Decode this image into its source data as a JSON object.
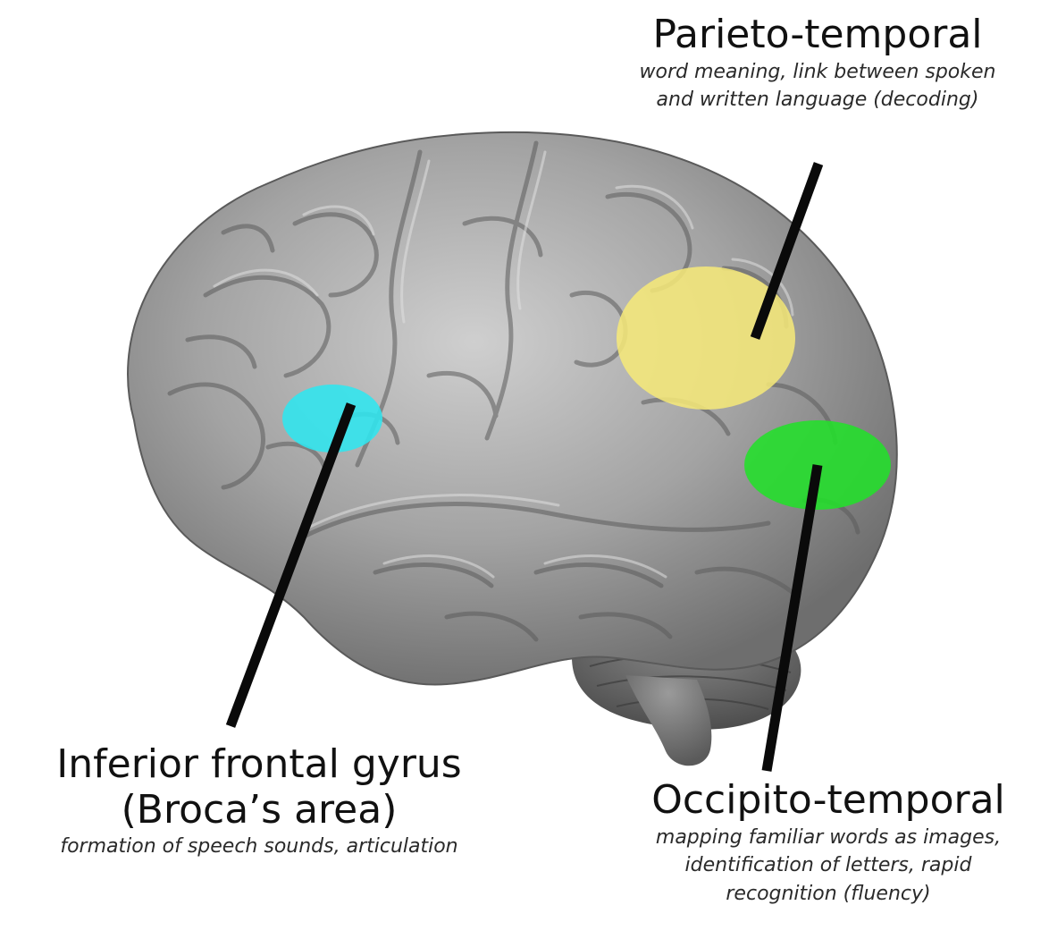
{
  "regions": {
    "parieto_temporal": {
      "title": "Parieto-temporal",
      "description_line1": "word meaning, link between spoken",
      "description_line2": "and written language (decoding)",
      "color": "#f7ea78"
    },
    "inferior_frontal": {
      "title_line1": "Inferior frontal gyrus",
      "title_line2": "(Broca’s area)",
      "description": "formation of speech sounds, articulation",
      "color": "#2fe6ef"
    },
    "occipito_temporal": {
      "title": "Occipito-temporal",
      "description_line1": "mapping familiar words as images,",
      "description_line2": "identification of letters, rapid",
      "description_line3": "recognition (fluency)",
      "color": "#22e02a"
    }
  },
  "colors": {
    "brain": "#a6a6a6",
    "brain_shadow": "#6f6f6f",
    "brain_highlight": "#d6d6d6",
    "leader_line": "#0a0a0a"
  }
}
